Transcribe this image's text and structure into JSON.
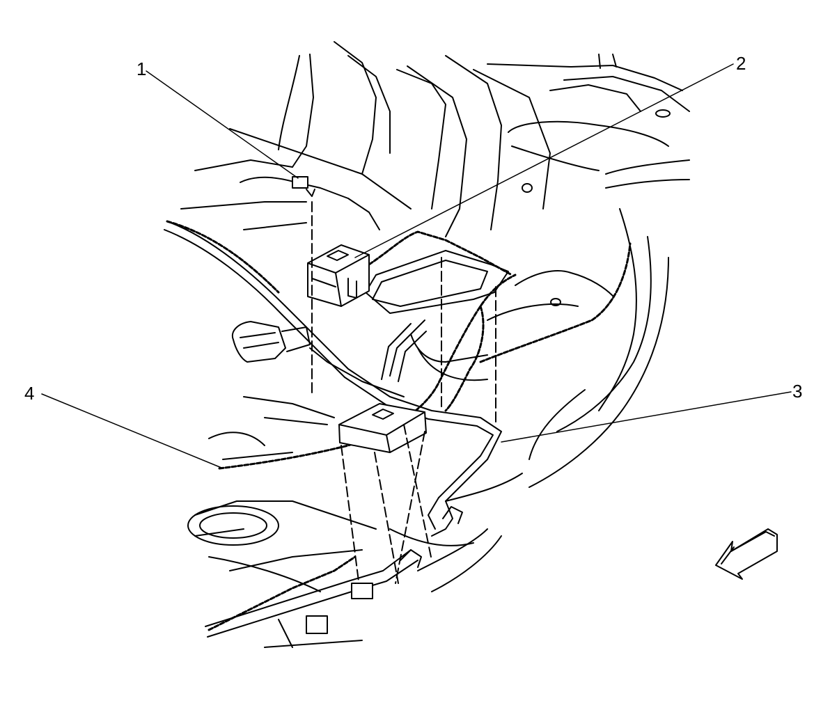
{
  "callouts": [
    {
      "label": "1"
    },
    {
      "label": "2"
    },
    {
      "label": "3"
    },
    {
      "label": "4"
    }
  ],
  "colors": {
    "line": "#000000",
    "background": "#ffffff"
  },
  "icons": [
    "direction-arrow-icon"
  ]
}
